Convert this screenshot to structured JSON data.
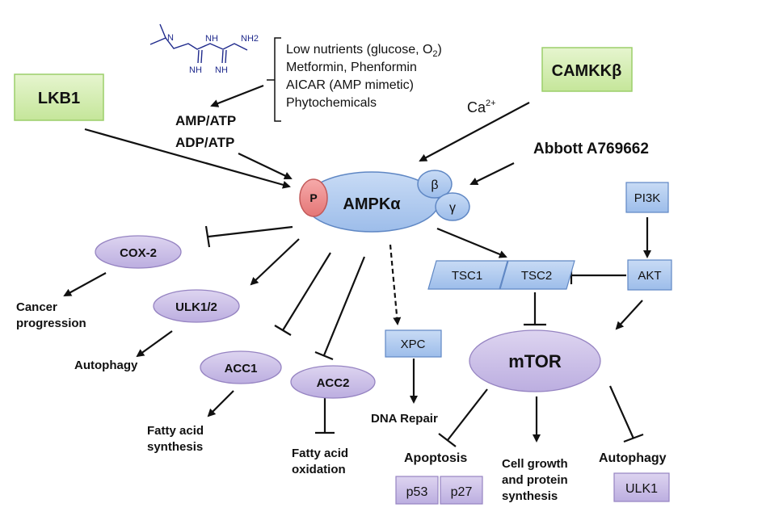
{
  "nodes": {
    "lkb1": "LKB1",
    "camkk": "CAMKKβ",
    "ampk": "AMPKα",
    "beta": "β",
    "gamma": "γ",
    "p": "P",
    "pi3k": "PI3K",
    "akt": "AKT",
    "tsc1": "TSC1",
    "tsc2": "TSC2",
    "mtor": "mTOR",
    "cox2": "COX-2",
    "ulk12": "ULK1/2",
    "acc1": "ACC1",
    "acc2": "ACC2",
    "xpc": "XPC",
    "p53": "p53",
    "p27": "p27",
    "ulk1": "ULK1"
  },
  "labels": {
    "activators": [
      "Low nutrients (glucose, O",
      "Metformin, Phenformin",
      "AICAR (AMP mimetic)",
      "Phytochemicals"
    ],
    "o2_sub": "2",
    "o2_close": ")",
    "amp_atp": "AMP/ATP",
    "adp_atp": "ADP/ATP",
    "ca": "Ca",
    "ca_sup": "2+",
    "abbott": "Abbott A769662",
    "cancer_1": "Cancer",
    "cancer_2": "progression",
    "autophagy_left": "Autophagy",
    "fa_syn_1": "Fatty acid",
    "fa_syn_2": "synthesis",
    "fa_ox_1": "Fatty acid",
    "fa_ox_2": "oxidation",
    "dna_repair": "DNA Repair",
    "apoptosis": "Apoptosis",
    "cell_1": "Cell growth",
    "cell_2": "and protein",
    "cell_3": "synthesis",
    "autophagy_right": "Autophagy"
  },
  "molecule": {
    "n": "N",
    "nh": "NH",
    "nh2": "NH2"
  },
  "colors": {
    "green_fill": "#d3edb0",
    "green_stroke": "#9ccf6a",
    "blue_fill": "#aac6ee",
    "blue_stroke": "#5f87c4",
    "purple_fill": "#c9bde6",
    "purple_stroke": "#9684c2",
    "p_fill": "#ef8a8a",
    "p_stroke": "#c25a5a"
  }
}
